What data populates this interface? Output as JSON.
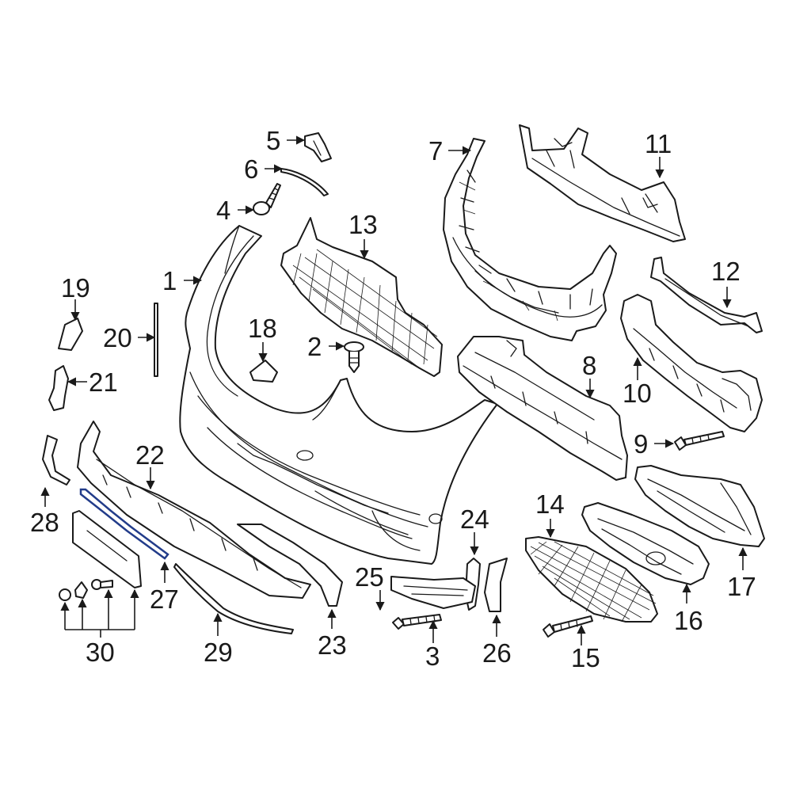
{
  "diagram": {
    "highlight_color": "#223c8a",
    "line_color": "#1a1a1a",
    "highlighted_callout": "27",
    "callouts": {
      "c1": "1",
      "c2": "2",
      "c3": "3",
      "c4": "4",
      "c5": "5",
      "c6": "6",
      "c7": "7",
      "c8": "8",
      "c9": "9",
      "c10": "10",
      "c11": "11",
      "c12": "12",
      "c13": "13",
      "c14": "14",
      "c15": "15",
      "c16": "16",
      "c17": "17",
      "c18": "18",
      "c19": "19",
      "c20": "20",
      "c21": "21",
      "c22": "22",
      "c23": "23",
      "c24": "24",
      "c25": "25",
      "c26": "26",
      "c27": "27",
      "c28": "28",
      "c29": "29",
      "c30": "30"
    }
  }
}
